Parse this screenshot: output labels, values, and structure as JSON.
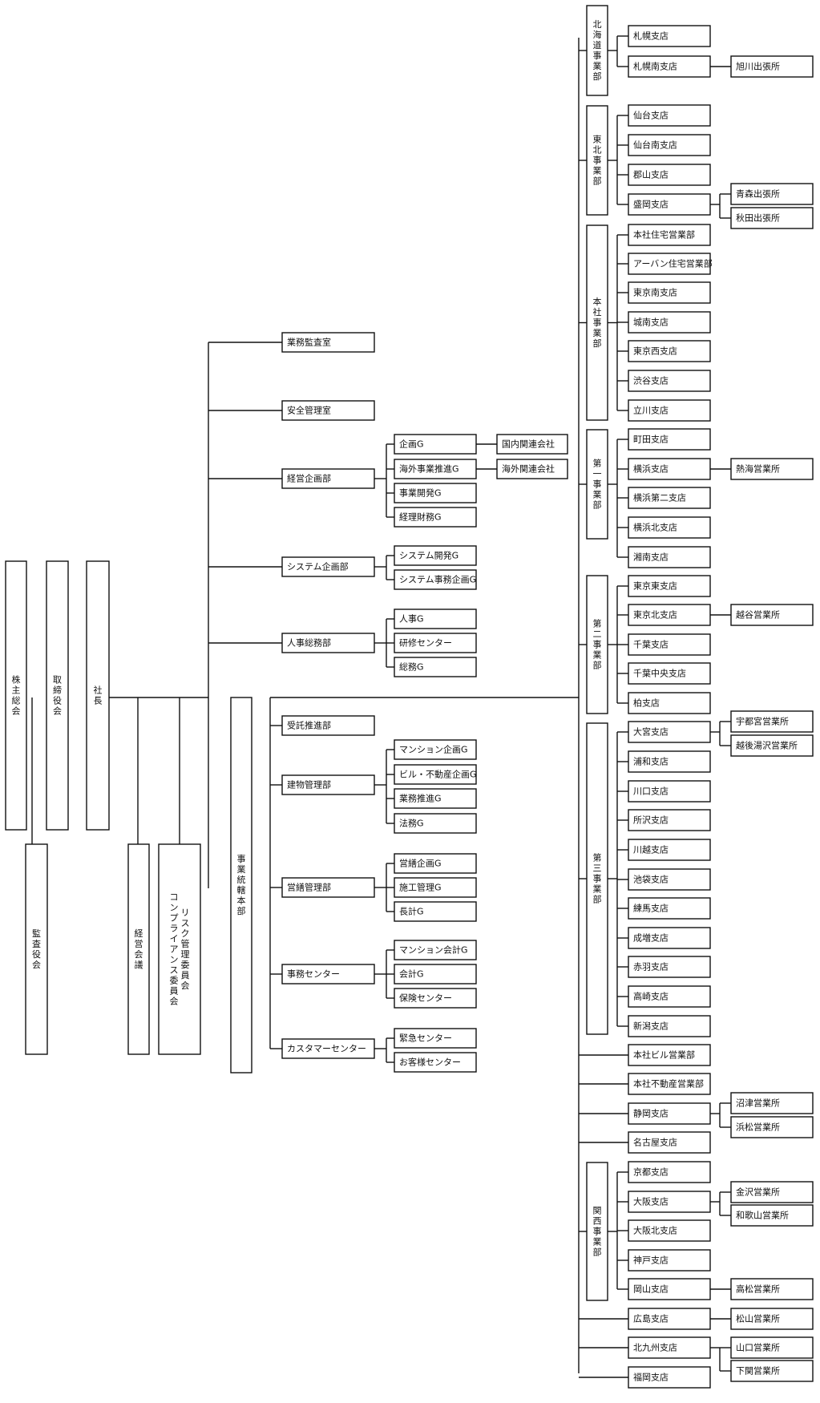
{
  "top": {
    "shareholders": "株主総会",
    "board": "取締役会",
    "president": "社長",
    "auditors": "監査役会",
    "mgmt_meeting": "経営会議",
    "risk_committee": "リスク管理委員会",
    "compliance_committee": "コンプライアンス委員会",
    "business_hq": "事業統轄本部"
  },
  "staff": {
    "audit": "業務監査室",
    "safety": "安全管理室",
    "planning": "経営企画部",
    "planning_sub": [
      "企画G",
      "海外事業推進G",
      "事業開発G",
      "経理財務G"
    ],
    "affiliates": [
      "国内関連会社",
      "海外関連会社"
    ],
    "system": "システム企画部",
    "system_sub": [
      "システム開発G",
      "システム事務企画G"
    ],
    "hr": "人事総務部",
    "hr_sub": [
      "人事G",
      "研修センター",
      "総務G"
    ]
  },
  "hq": {
    "commission": "受託推進部",
    "building": "建物管理部",
    "building_sub": [
      "マンション企画G",
      "ビル・不動産企画G",
      "業務推進G",
      "法務G"
    ],
    "repair": "営繕管理部",
    "repair_sub": [
      "営繕企画G",
      "施工管理G",
      "長計G"
    ],
    "office": "事務センター",
    "office_sub": [
      "マンション会計G",
      "会計G",
      "保険センター"
    ],
    "customer": "カスタマーセンター",
    "customer_sub": [
      "緊急センター",
      "お客様センター"
    ]
  },
  "divisions": {
    "hokkaido": {
      "name": "北海道事業部",
      "branches": [
        "札幌支店",
        "札幌南支店"
      ],
      "offices": [
        "旭川出張所"
      ]
    },
    "tohoku": {
      "name": "東北事業部",
      "branches": [
        "仙台支店",
        "仙台南支店",
        "郡山支店",
        "盛岡支店"
      ],
      "offices": [
        "青森出張所",
        "秋田出張所"
      ]
    },
    "honsha": {
      "name": "本社事業部",
      "branches": [
        "本社住宅営業部",
        "アーバン住宅営業部",
        "東京南支店",
        "城南支店",
        "東京西支店",
        "渋谷支店",
        "立川支店"
      ]
    },
    "first": {
      "name": "第一事業部",
      "branches": [
        "町田支店",
        "横浜支店",
        "横浜第二支店",
        "横浜北支店",
        "湘南支店"
      ],
      "offices": [
        "熱海営業所"
      ]
    },
    "second": {
      "name": "第二事業部",
      "branches": [
        "東京東支店",
        "東京北支店",
        "千葉支店",
        "千葉中央支店",
        "柏支店"
      ],
      "offices": [
        "越谷営業所"
      ]
    },
    "third": {
      "name": "第三事業部",
      "branches": [
        "大宮支店",
        "浦和支店",
        "川口支店",
        "所沢支店",
        "川越支店",
        "池袋支店",
        "練馬支店",
        "成増支店",
        "赤羽支店",
        "高崎支店",
        "新潟支店"
      ],
      "offices": [
        "宇都宮営業所",
        "越後湯沢営業所"
      ]
    },
    "direct1": {
      "branches": [
        "本社ビル営業部",
        "本社不動産営業部",
        "静岡支店",
        "名古屋支店"
      ],
      "offices": [
        "沼津営業所",
        "浜松営業所"
      ]
    },
    "kansai": {
      "name": "関西事業部",
      "branches": [
        "京都支店",
        "大阪支店",
        "大阪北支店",
        "神戸支店",
        "岡山支店"
      ],
      "offices": [
        "金沢営業所",
        "和歌山営業所",
        "高松営業所"
      ]
    },
    "direct2": {
      "branches": [
        "広島支店",
        "北九州支店",
        "福岡支店"
      ],
      "offices": [
        "松山営業所",
        "山口営業所",
        "下関営業所"
      ]
    }
  }
}
